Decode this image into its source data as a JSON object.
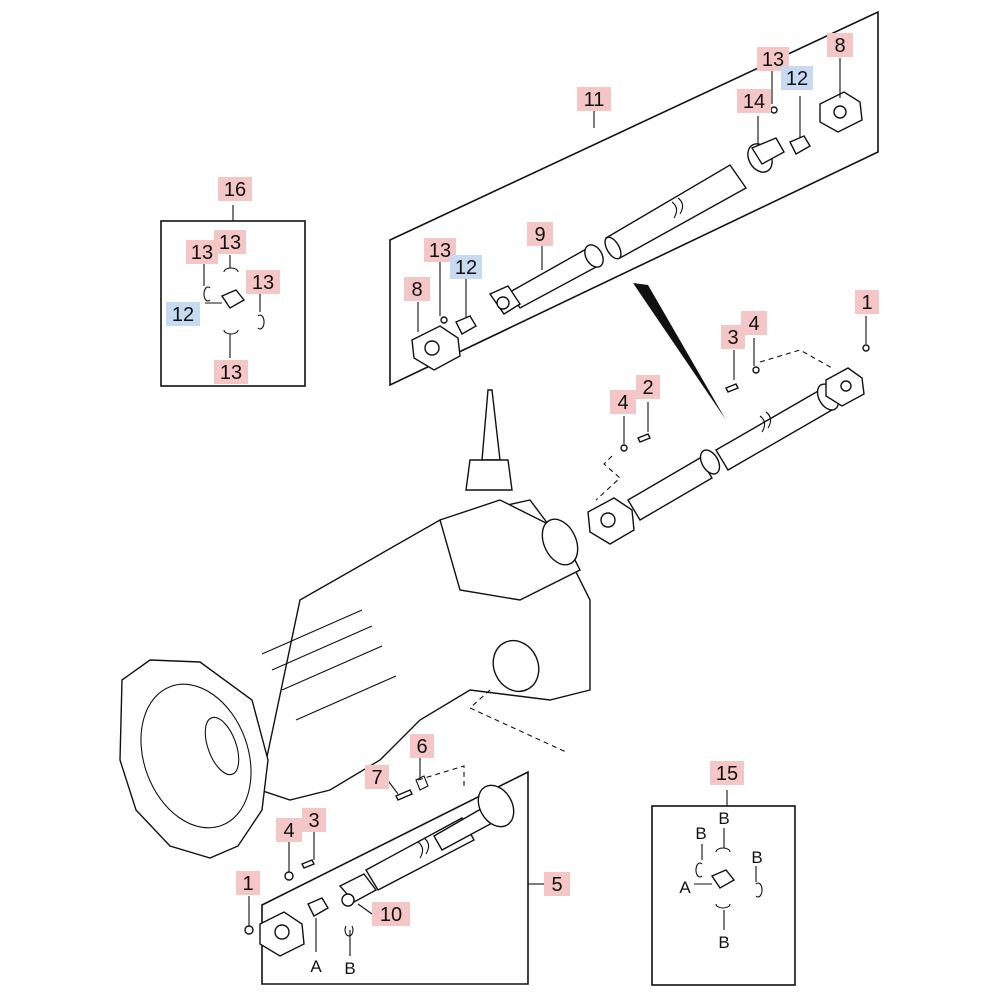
{
  "colors": {
    "tag_pink": "#f4c6c6",
    "tag_blue": "#c7daf2",
    "line": "#111111"
  },
  "labels": {
    "p1a": "1",
    "p1b": "1",
    "p2": "2",
    "p3a": "3",
    "p3b": "3",
    "p4a": "4",
    "p4b": "4",
    "p4c": "4",
    "p5": "5",
    "p6": "6",
    "p7": "7",
    "p8a": "8",
    "p8b": "8",
    "p9": "9",
    "p10": "10",
    "p11": "11",
    "p12a": "12",
    "p12b": "12",
    "p12c": "12",
    "p13a": "13",
    "p13b": "13",
    "p13c": "13",
    "p13d": "13",
    "p13e": "13",
    "p13f": "13",
    "p14": "14",
    "p15": "15",
    "p16": "16"
  },
  "letters": {
    "a1": "A",
    "b1": "B",
    "a2": "A",
    "b2": "B",
    "b3": "B",
    "b4": "B",
    "b5": "B"
  }
}
